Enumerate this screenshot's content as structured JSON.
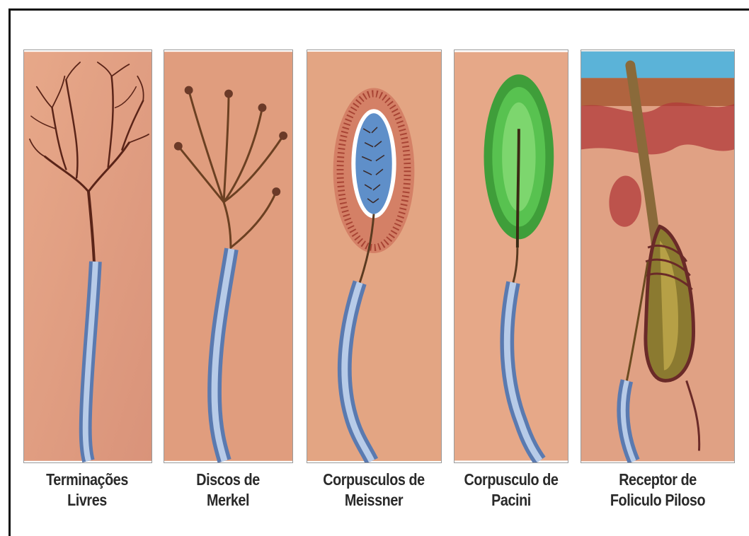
{
  "receptors": [
    {
      "id": "free",
      "line1": "Terminações",
      "line2": "Livres"
    },
    {
      "id": "merkel",
      "line1": "Discos de",
      "line2": "Merkel"
    },
    {
      "id": "meissner",
      "line1": "Corpusculos de",
      "line2": "Meissner"
    },
    {
      "id": "pacini",
      "line1": "Corpusculo de",
      "line2": "Pacini"
    },
    {
      "id": "follicle",
      "line1": "Receptor de",
      "line2": "Foliculo Piloso"
    }
  ],
  "colors": {
    "skin": "#e2a07e",
    "nerve": "#7f94c8",
    "branch": "#5a2418",
    "pacini": "#4dbb45",
    "meissner_halo": "#b8483a",
    "follicle_bulb": "#9b8a3a",
    "epidermis": "#5bb3d8"
  }
}
